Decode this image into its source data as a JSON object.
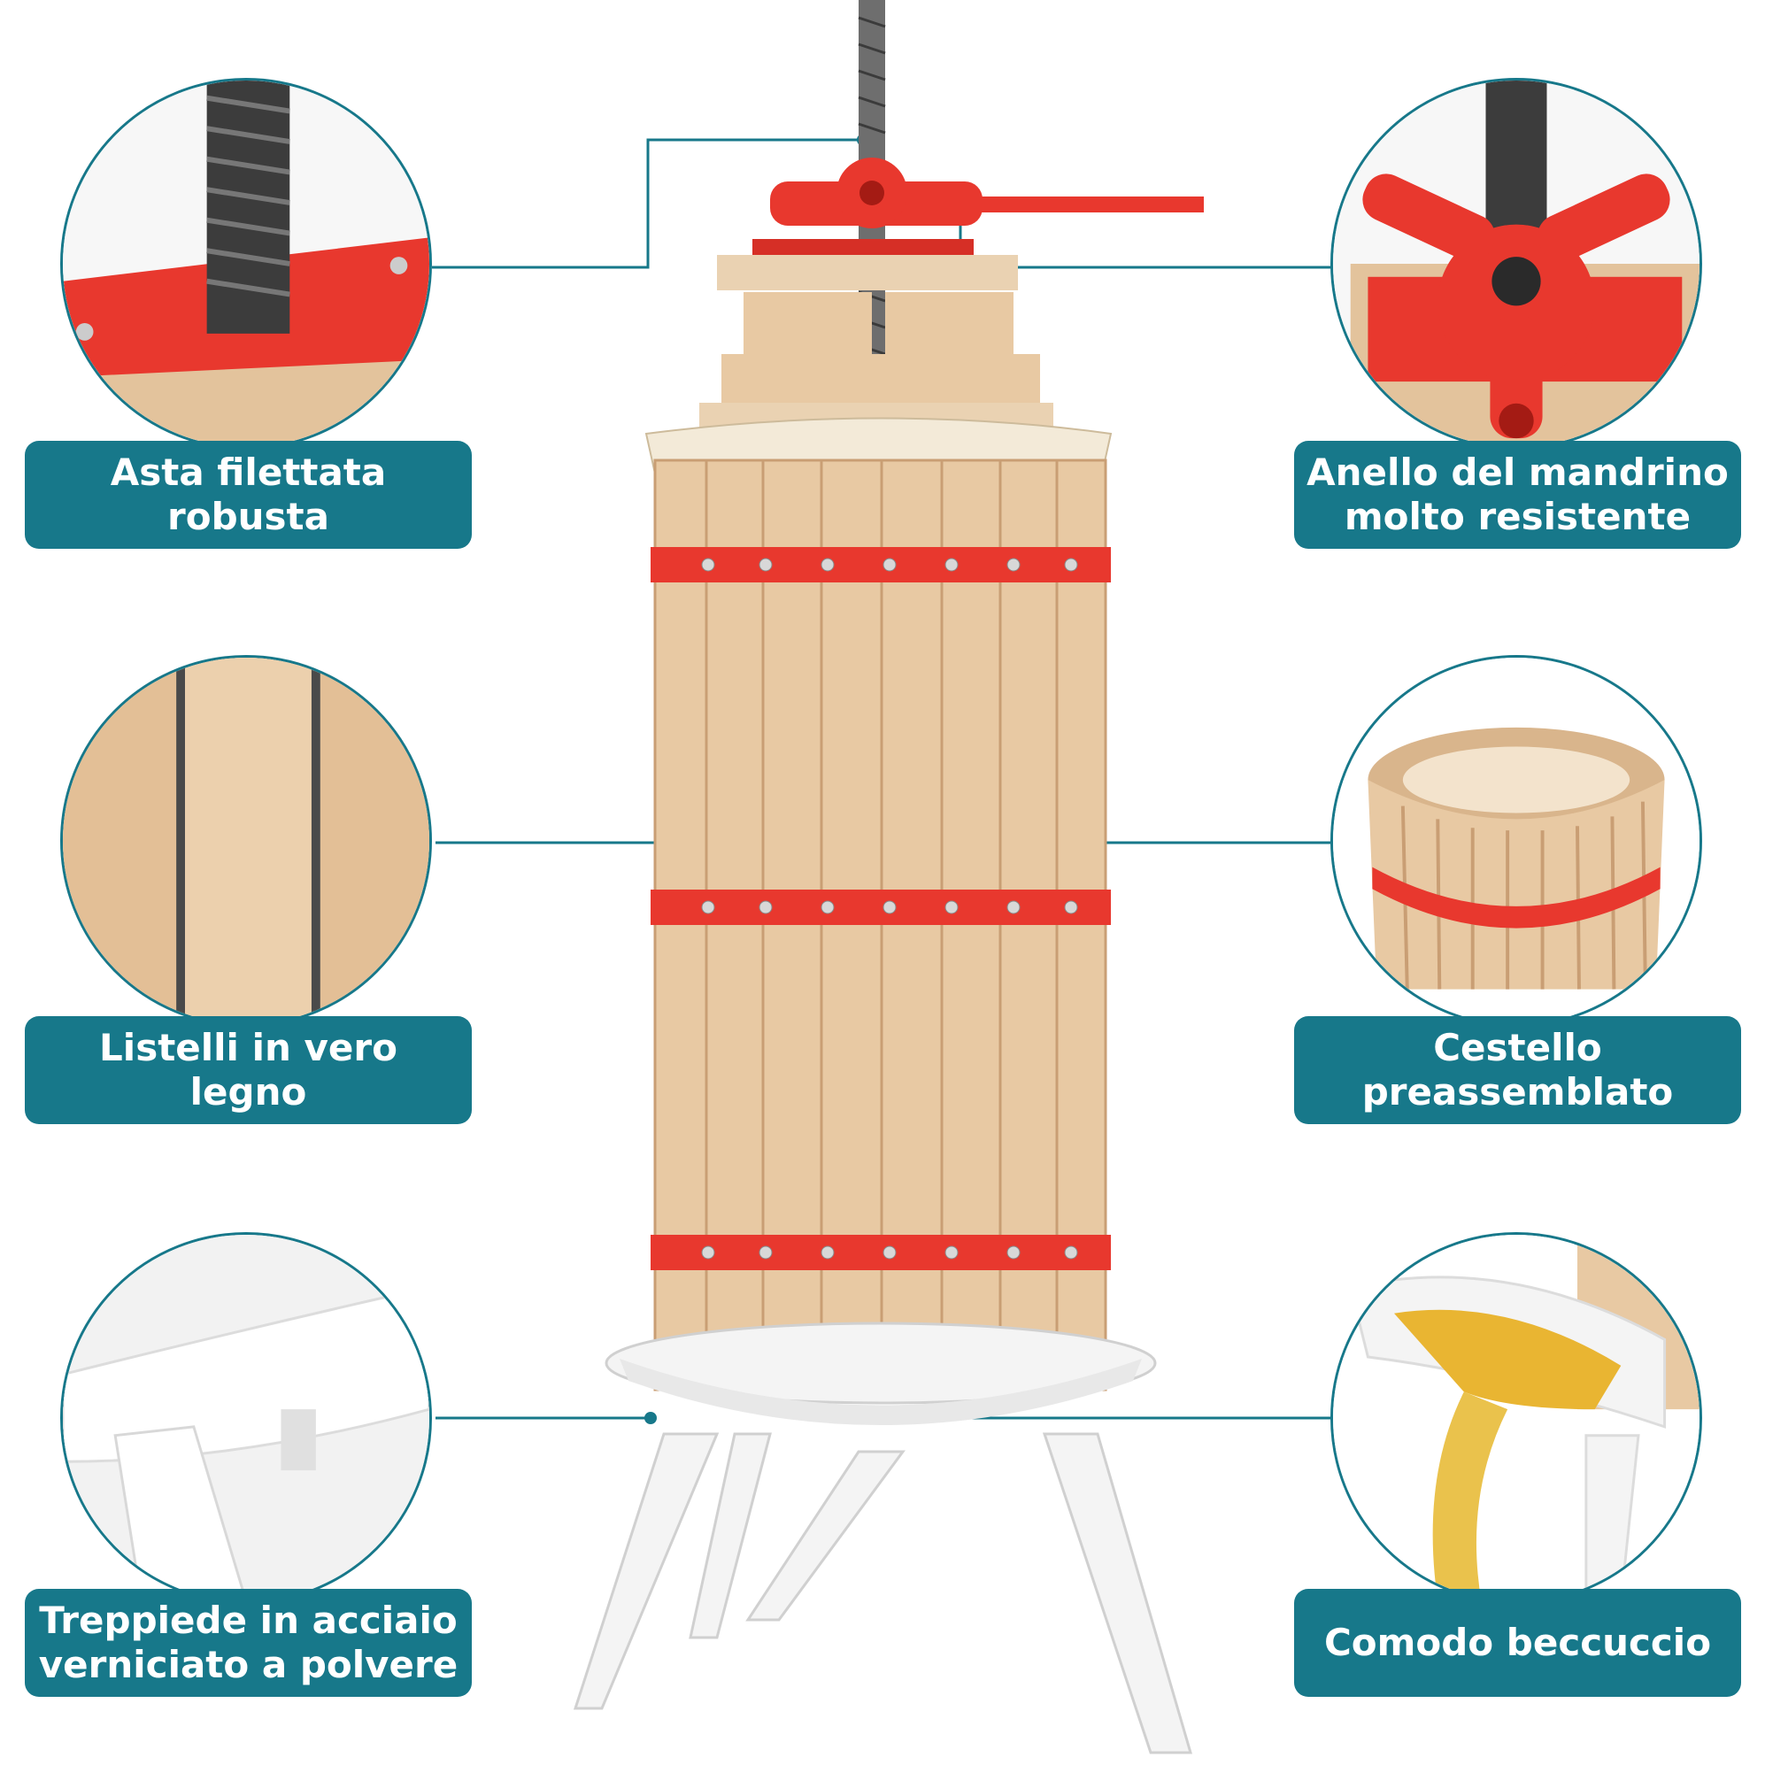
{
  "features": {
    "threaded_rod": {
      "label": "Asta filettata robusta"
    },
    "spindle_ring": {
      "line1": "Anello del mandrino",
      "line2": "molto resistente"
    },
    "wood_slats": {
      "label": "Listelli in vero legno"
    },
    "basket": {
      "line1": "Cestello",
      "line2": "preassemblato"
    },
    "tripod": {
      "line1": "Treppiede in acciaio",
      "line2": "verniciato a polvere"
    },
    "spout": {
      "label": "Comodo beccuccio"
    }
  },
  "colors": {
    "accent": "#17788a",
    "red": "#e8382e",
    "wood": "#e8c9a3",
    "wood_dark": "#c99e74",
    "white": "#f4f4f4"
  }
}
